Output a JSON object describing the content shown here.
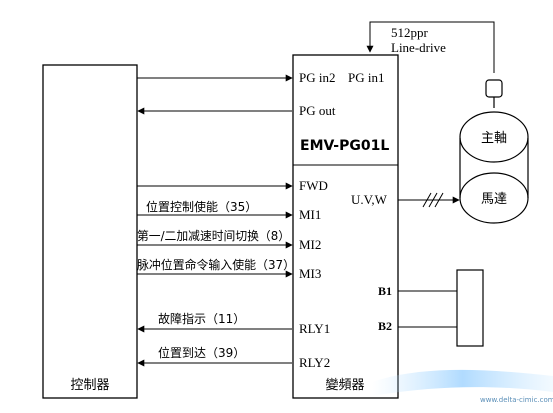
{
  "encoder": {
    "resolution": "512ppr",
    "output_type": "Line-drive"
  },
  "controller": {
    "label": "控制器"
  },
  "drive": {
    "label": "變頻器",
    "pg_card": "EMV-PG01L",
    "pg_in2": "PG in2",
    "pg_in1": "PG in1",
    "pg_out": "PG out",
    "fwd": "FWD",
    "mi1": "MI1",
    "mi2": "MI2",
    "mi3": "MI3",
    "rly1": "RLY1",
    "rly2": "RLY2",
    "uvw": "U.V,W",
    "b1": "B1",
    "b2": "B2"
  },
  "signals": {
    "pos_ctrl_enable": "位置控制使能（35）",
    "accel_switch": "第一/二加减速时间切换（8）",
    "pulse_cmd_enable": "脉冲位置命令输入使能（37）",
    "fault": "故障指示（11）",
    "in_position": "位置到达（39）"
  },
  "motor": {
    "spindle": "主軸",
    "motor": "馬達"
  },
  "watermark": "www.delta-cimic.com"
}
